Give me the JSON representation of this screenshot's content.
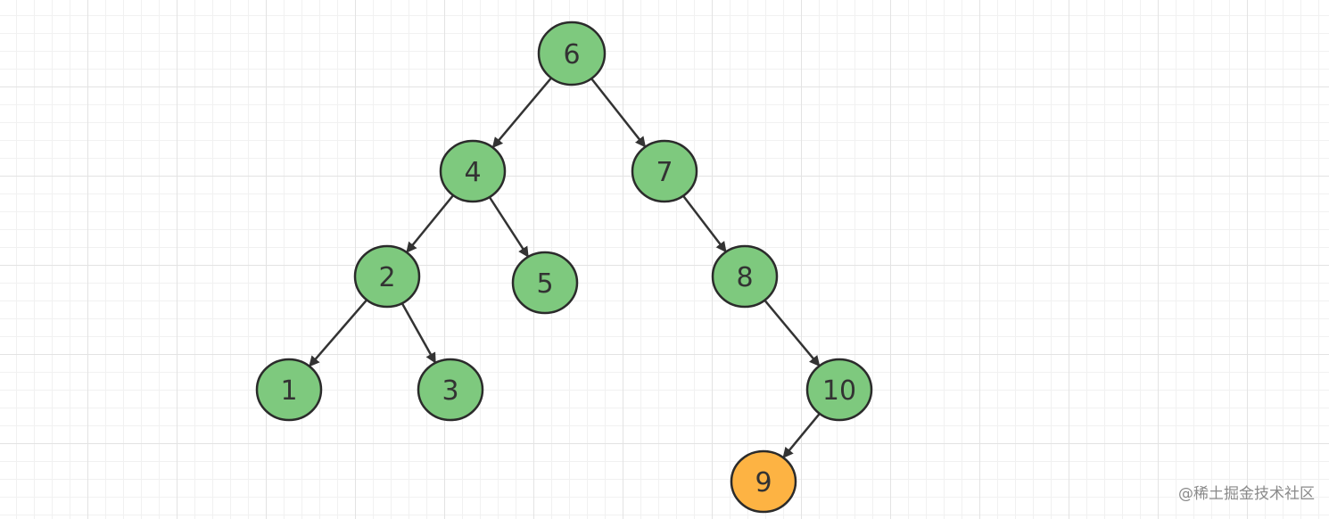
{
  "diagram": {
    "nodes": [
      {
        "id": "n6",
        "label": "6",
        "style": "normal"
      },
      {
        "id": "n4",
        "label": "4",
        "style": "normal"
      },
      {
        "id": "n7",
        "label": "7",
        "style": "normal"
      },
      {
        "id": "n2",
        "label": "2",
        "style": "normal"
      },
      {
        "id": "n5",
        "label": "5",
        "style": "normal"
      },
      {
        "id": "n8",
        "label": "8",
        "style": "normal"
      },
      {
        "id": "n1",
        "label": "1",
        "style": "normal"
      },
      {
        "id": "n3",
        "label": "3",
        "style": "normal"
      },
      {
        "id": "n10",
        "label": "10",
        "style": "normal"
      },
      {
        "id": "n9",
        "label": "9",
        "style": "highlight"
      }
    ],
    "edges": [
      {
        "from": "n6",
        "to": "n4"
      },
      {
        "from": "n6",
        "to": "n7"
      },
      {
        "from": "n4",
        "to": "n2"
      },
      {
        "from": "n4",
        "to": "n5"
      },
      {
        "from": "n7",
        "to": "n8"
      },
      {
        "from": "n2",
        "to": "n1"
      },
      {
        "from": "n2",
        "to": "n3"
      },
      {
        "from": "n8",
        "to": "n10"
      },
      {
        "from": "n10",
        "to": "n9"
      }
    ],
    "colors": {
      "normal_fill": "#7ec97e",
      "highlight_fill": "#fdb343",
      "stroke": "#2b2b2b",
      "edge": "#333333"
    }
  },
  "watermark": {
    "text": "@稀土掘金技术社区"
  }
}
